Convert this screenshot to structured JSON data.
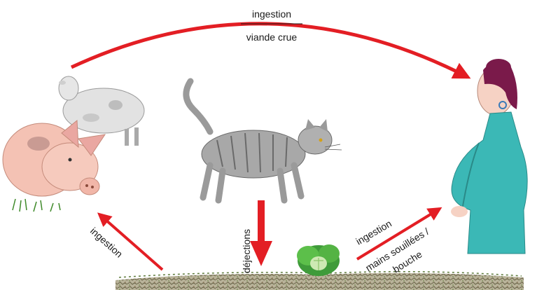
{
  "labels": {
    "top_ingestion": "ingestion",
    "top_food": "viande crue",
    "left_ingestion": "ingestion",
    "feces": "déjections",
    "right_ingestion": "ingestion",
    "right_route_line1": "mains souillées /",
    "right_route_line2": "bouche"
  },
  "colors": {
    "arrow": "#e31e24",
    "pig": "#f4c2b4",
    "sheep": "#e2e2e2",
    "cat": "#a8a8a8",
    "woman_dress": "#3bb8b6",
    "woman_hair": "#7a1a4a",
    "cabbage": "#4caf50",
    "soil": "#8a8a6a"
  },
  "icons": [
    "pig-icon",
    "sheep-icon",
    "cat-icon",
    "pregnant-woman-icon",
    "cabbage-icon",
    "soil-icon"
  ]
}
